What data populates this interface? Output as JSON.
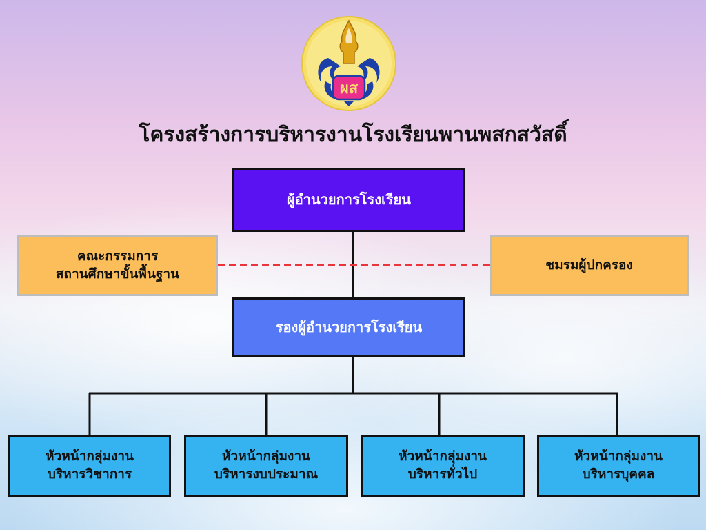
{
  "title": "โครงสร้างการบริหารงานโรงเรียนพานพสกสวัสดิ์",
  "logo": {
    "icon": "school-emblem-icon",
    "letters": "ผส",
    "colors": {
      "ring": "#f6df6a",
      "flame": "#e0a418",
      "blue": "#1d3fa8",
      "pink": "#ea2e8c"
    }
  },
  "nodes": {
    "director": {
      "label": "ผู้อำนวยการโรงเรียน"
    },
    "deputy": {
      "label": "รองผู้อำนวยการโรงเรียน"
    },
    "board": {
      "line1": "คณะกรรมการ",
      "line2": "สถานศึกษาขั้นพื้นฐาน"
    },
    "parents": {
      "label": "ชมรมผู้ปกครอง"
    },
    "groups": [
      {
        "line1": "หัวหน้ากลุ่มงาน",
        "line2": "บริหารวิชาการ"
      },
      {
        "line1": "หัวหน้ากลุ่มงาน",
        "line2": "บริหารงบประมาณ"
      },
      {
        "line1": "หัวหน้ากลุ่มงาน",
        "line2": "บริหารทั่วไป"
      },
      {
        "line1": "หัวหน้ากลุ่มงาน",
        "line2": "บริหารบุคคล"
      }
    ]
  },
  "colors": {
    "director": "#5a12f2",
    "deputy": "#5478f6",
    "side": "#fbbe5a",
    "group": "#35b3f1",
    "dashed_link": "#e8343a"
  }
}
